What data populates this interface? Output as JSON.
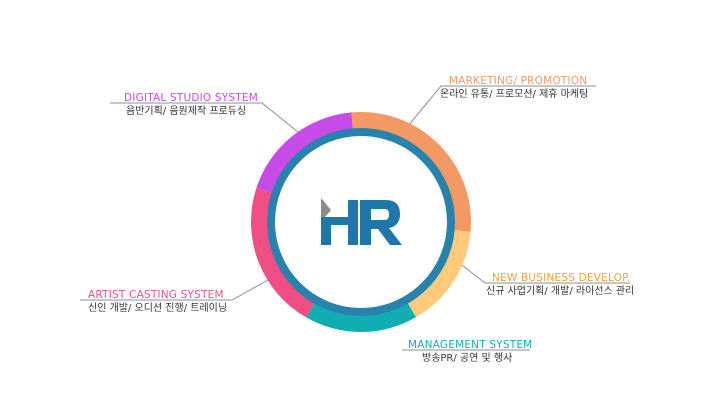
{
  "logo": {
    "text": "HR",
    "color": "#1f76a8",
    "accent": "#8c8c8c"
  },
  "ring": {
    "inner_ring_color": "#2783ad",
    "segments": [
      {
        "name": "marketing",
        "color": "#f39966"
      },
      {
        "name": "new_business",
        "color": "#ffca7c"
      },
      {
        "name": "management",
        "color": "#10adb3"
      },
      {
        "name": "artist_casting",
        "color": "#ef4f83"
      },
      {
        "name": "digital_studio",
        "color": "#c64be8"
      }
    ]
  },
  "callouts": {
    "marketing": {
      "title": "MARKETING/ PROMOTION",
      "sub": "온라인 유통/ 프로모션/ 제휴 마케팅",
      "color": "#f39966"
    },
    "digital_studio": {
      "title": "DIGITAL STUDIO SYSTEM",
      "sub": "음반기획/ 음원제작 프로듀싱",
      "color": "#c64be8"
    },
    "new_business": {
      "title": "NEW BUSINESS DEVELOP.",
      "sub": "신규 사업기획/ 개발/ 라이선스 관리",
      "color": "#f2a23c"
    },
    "artist_casting": {
      "title": "ARTIST CASTING SYSTEM",
      "sub": "신인 개발/ 오디션 진행/ 트레이닝",
      "color": "#ef4f83"
    },
    "management": {
      "title": "MANAGEMENT SYSTEM",
      "sub": "방송PR/ 공연 및 행사",
      "color": "#10adb3"
    }
  }
}
